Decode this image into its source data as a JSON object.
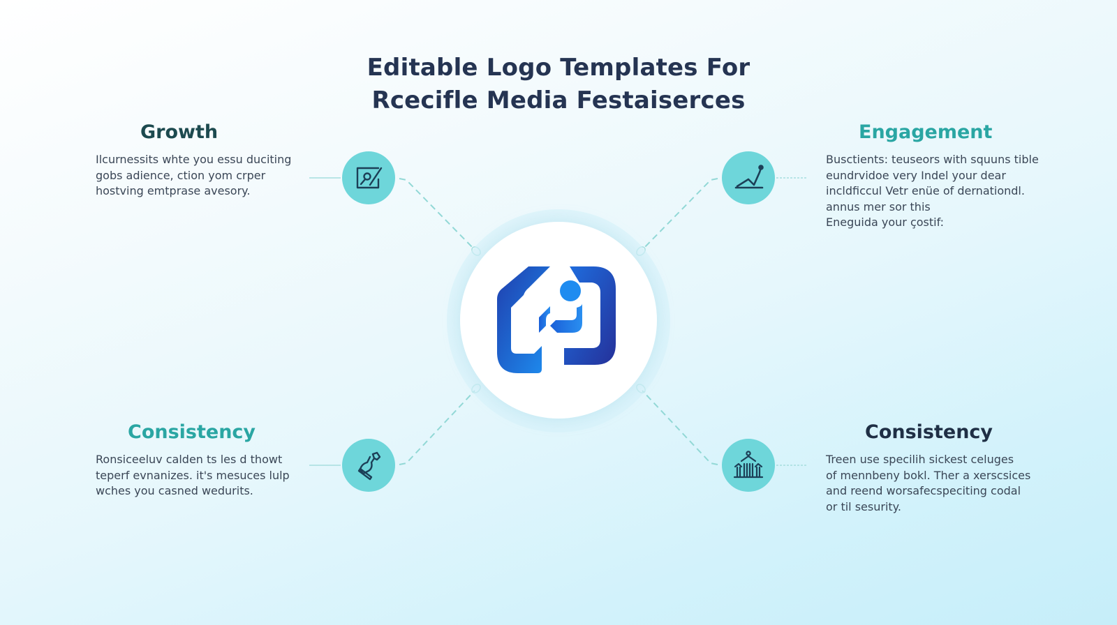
{
  "title": {
    "line1": "Editable Logo Templates For",
    "line2": "Rcecifle Media Festaiserces"
  },
  "colors": {
    "title": "#253452",
    "heading_dark_teal": "#1d4a4f",
    "heading_teal": "#2aa6a3",
    "heading_navy": "#1f2f45",
    "node_fill": "#6ed6da",
    "icon_stroke": "#1c3f57",
    "connector": "#9fdcdc",
    "logo_dark": "#2a3aa0",
    "logo_light": "#1e8ef0"
  },
  "center": {
    "logo": "brand-logo"
  },
  "features": [
    {
      "id": "growth",
      "heading": "Growth",
      "icon": "pencil-board-icon",
      "lines": [
        "Ilcurnessits whte you essu duciting",
        "gobs adience, ction yom crper",
        "hostving emtprase avesory."
      ]
    },
    {
      "id": "engagement",
      "heading": "Engagement",
      "icon": "line-chart-icon",
      "lines": [
        "Busctients: teuseors with squuns tible",
        "eundrvidoe very Indel your dear",
        "incldficcul Vetr enüe of dernationdl.",
        "annus mer sor this",
        "Eneguida your çostif:"
      ]
    },
    {
      "id": "consistency-left",
      "heading": "Consistency",
      "icon": "bottle-icon",
      "lines": [
        "Ronsiceeluv calden ts les d thowt",
        "teperf evnanizes. it's mesuces lulp",
        "wches you casned wedurits."
      ]
    },
    {
      "id": "consistency-right",
      "heading": "Consistency",
      "icon": "temple-icon",
      "lines": [
        "Treen use specilih sickest celuges",
        "of mennbeny bokl. Ther a xerscsices",
        "and reend worsafecspeciting codal",
        "or til sesurity."
      ]
    }
  ]
}
